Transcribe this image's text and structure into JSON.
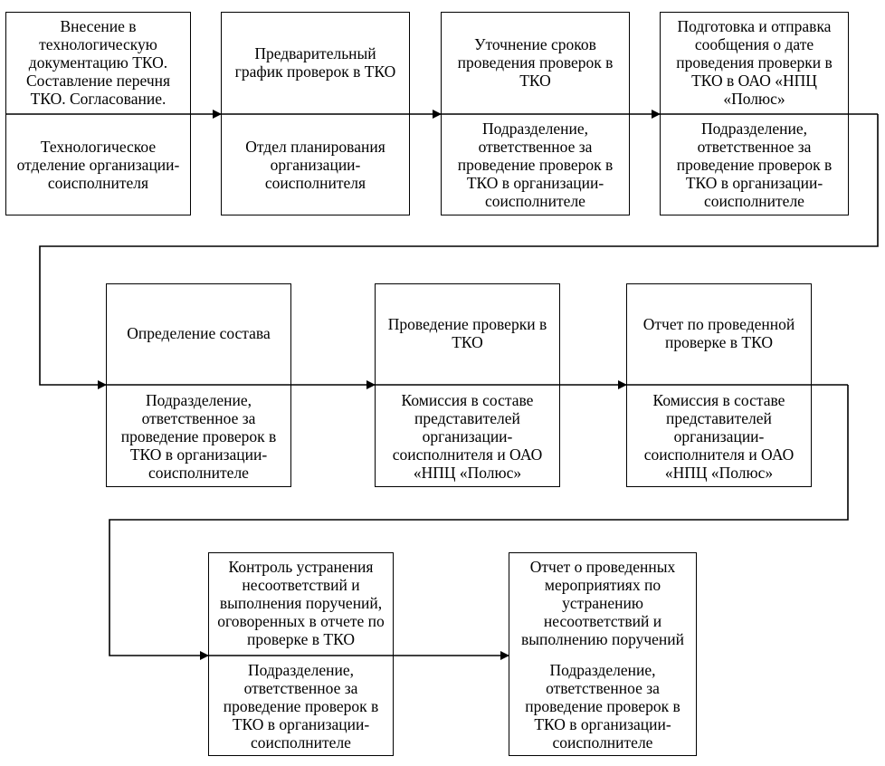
{
  "flow": {
    "row1": [
      {
        "top": "Внесение в\nтехнологическую\nдокументацию ТКО.\nСоставление перечня\nТКО.  Согласование.",
        "bottom": "Технологическое\nотделение организации-\nсоисполнителя"
      },
      {
        "top": "Предварительный\nграфик проверок в ТКО",
        "bottom": "Отдел планирования\nорганизации-\nсоисполнителя"
      },
      {
        "top": "Уточнение сроков\nпроведения проверок в\nТКО",
        "bottom": "Подразделение,\nответственное за\nпроведение проверок в\nТКО в организации-\nсоисполнителе"
      },
      {
        "top": "Подготовка и отправка\nсообщения о дате\nпроведения проверки в\nТКО в ОАО «НПЦ\n«Полюс»",
        "bottom": "Подразделение,\nответственное за\nпроведение проверок в\nТКО в организации-\nсоисполнителе"
      }
    ],
    "row2": [
      {
        "top": "Определение состава",
        "bottom": "Подразделение,\nответственное за\nпроведение проверок в\nТКО в организации-\nсоисполнителе"
      },
      {
        "top": "Проведение проверки в\nТКО",
        "bottom": "Комиссия в составе\nпредставителей\nорганизации-\nсоисполнителя и ОАО\n«НПЦ «Полюс»"
      },
      {
        "top": "Отчет по проведенной\nпроверке в ТКО",
        "bottom": "Комиссия в составе\nпредставителей\nорганизации-\nсоисполнителя и ОАО\n«НПЦ «Полюс»"
      }
    ],
    "row3": [
      {
        "top": "Контроль устранения\nнесоответствий и\nвыполнения поручений,\nоговоренных в отчете по\nпроверке в ТКО",
        "bottom": "Подразделение,\nответственное за\nпроведение проверок в\nТКО в организации-\nсоисполнителе"
      },
      {
        "top": "Отчет о проведенных\nмероприятиях  по\nустранению\nнесоответствий и\nвыполнению поручений",
        "bottom": "Подразделение,\nответственное за\nпроведение проверок в\nТКО в организации-\nсоисполнителе"
      }
    ]
  }
}
